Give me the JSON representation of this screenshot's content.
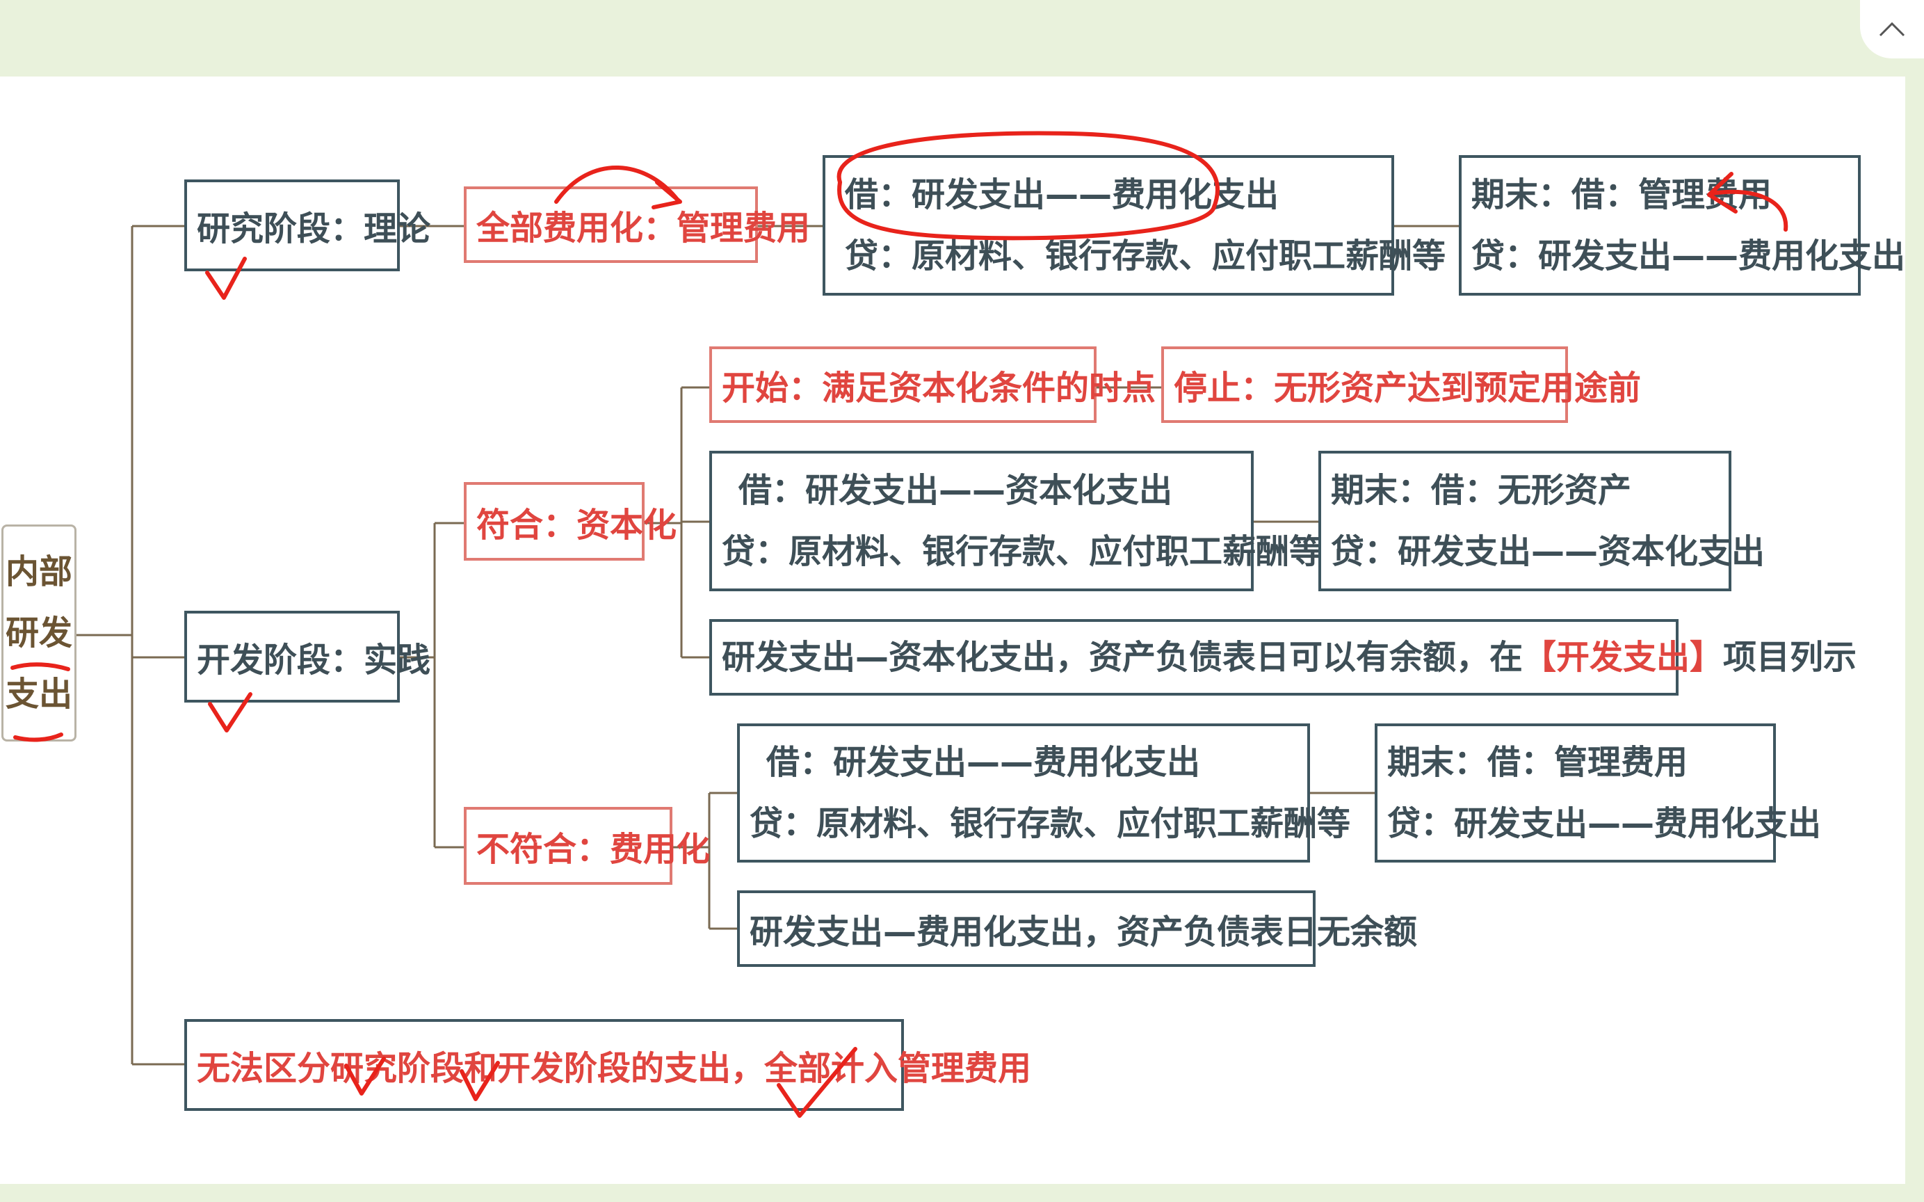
{
  "root": {
    "lines": [
      "内部",
      "研发",
      "支出"
    ]
  },
  "research": {
    "label": "研究阶段：理论",
    "treatment": "全部费用化：管理费用",
    "entry": {
      "debit": "借：研发支出——费用化支出",
      "credit": "贷：原材料、银行存款、应付职工薪酬等"
    },
    "closing": {
      "debit": "期末：借：管理费用",
      "credit": "贷：研发支出——费用化支出"
    }
  },
  "development": {
    "label": "开发阶段：实践",
    "qualified": {
      "label": "符合：资本化",
      "start": "开始：满足资本化条件的时点",
      "stop": "停止：无形资产达到预定用途前",
      "entry": {
        "debit": "借：研发支出——资本化支出",
        "credit": "贷：原材料、银行存款、应付职工薪酬等"
      },
      "closing": {
        "debit": "期末：借：无形资产",
        "credit": "贷：研发支出——资本化支出"
      },
      "note": {
        "before": "研发支出—资本化支出，资产负债表日可以有余额，在",
        "highlight": "【开发支出】",
        "after": "项目列示"
      }
    },
    "unqualified": {
      "label": "不符合：费用化",
      "entry": {
        "debit": "借：研发支出——费用化支出",
        "credit": "贷：原材料、银行存款、应付职工薪酬等"
      },
      "closing": {
        "debit": "期末：借：管理费用",
        "credit": "贷：研发支出——费用化支出"
      },
      "note": "研发支出—费用化支出，资产负债表日无余额"
    }
  },
  "indistinguishable": "无法区分研究阶段和开发阶段的支出，全部计入管理费用",
  "colors": {
    "dark_border": "#3e5660",
    "red_border": "#e07a72",
    "red_text": "#e0453f",
    "connector": "#7a6a52",
    "ink": "#e8231b",
    "background": "#e9f2dc"
  },
  "icons": {
    "collapse": "chevron-up-icon"
  }
}
